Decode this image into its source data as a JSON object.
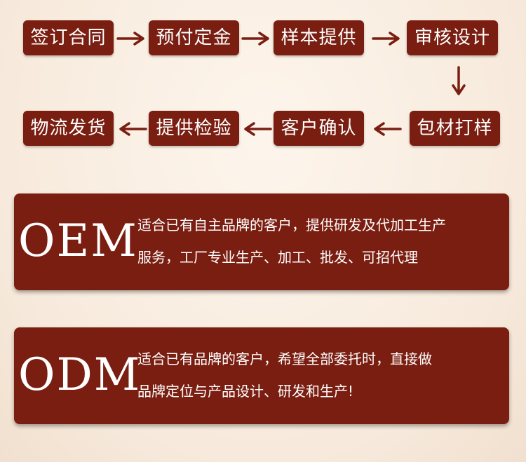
{
  "flow": {
    "row1": [
      "签订合同",
      "预付定金",
      "样本提供",
      "审核设计"
    ],
    "row2": [
      "物流发货",
      "提供检验",
      "客户确认",
      "包材打样"
    ]
  },
  "oem": {
    "code": "OEM",
    "description": "适合已有自主品牌的客户，提供研发及代加工生产\n服务，工厂专业生产、加工、批发、可招代理"
  },
  "odm": {
    "code": "ODM",
    "description": "适合已有品牌的客户，希望全部委托时，直接做\n品牌定位与产品设计、研发和生产!"
  },
  "colors": {
    "box": "#7a1e11",
    "arrow": "#7a1e11",
    "background": "#f7eadc",
    "text": "#ffffff"
  }
}
